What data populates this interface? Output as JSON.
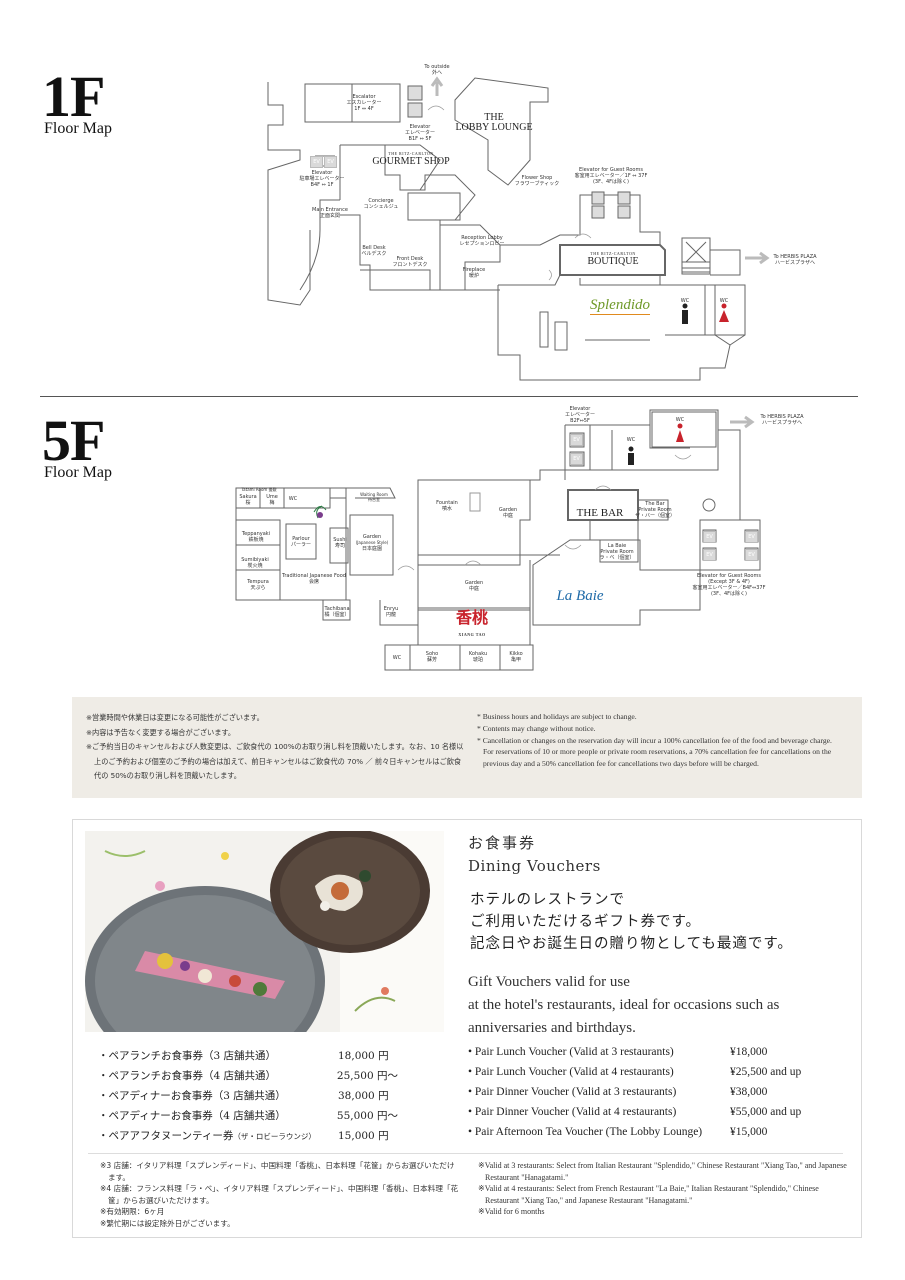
{
  "floor1": {
    "num": "1F",
    "sub": "Floor Map",
    "labels": {
      "to_outside": "To outside",
      "to_outside_jp": "外へ",
      "escalator": "Escalator",
      "escalator_jp": "エスカレーター",
      "escalator_floors": "1F ⇔ 4F",
      "elevator_b": "Elevator",
      "elevator_b_jp": "エレベーター",
      "elevator_b_floors": "B1F ⇔ 5F",
      "elevator_p": "Elevator",
      "elevator_p_jp": "駐車場エレベーター",
      "elevator_p_floors": "B4F ⇔ 1F",
      "concierge": "Concierge",
      "concierge_jp": "コンシェルジュ",
      "main_entrance": "Main Entrance",
      "main_entrance_jp": "正面玄関",
      "bell_desk": "Bell Desk",
      "bell_desk_jp": "ベルデスク",
      "front_desk": "Front Desk",
      "front_desk_jp": "フロントデスク",
      "flower_shop": "Flower Shop",
      "flower_shop_jp": "フラワーブティック",
      "reception_lobby": "Reception Lobby",
      "reception_lobby_jp": "レセプションロビー",
      "fireplace": "Fireplace",
      "fireplace_jp": "暖炉",
      "elevator_guest": "Elevator for Guest Rooms",
      "elevator_guest_jp": "客室用エレベーター／1F ⇔ 37F",
      "elevator_guest_note": "(3F、4Fは除く)",
      "to_herbis": "To HERBIS PLAZA",
      "to_herbis_jp": "ハービスプラザへ",
      "wc1": "WC",
      "wc2": "WC",
      "ev": "EV"
    },
    "venues": {
      "lobby_lounge_1": "THE",
      "lobby_lounge_2": "LOBBY LOUNGE",
      "gourmet_small": "THE RITZ-CARLTON",
      "gourmet": "GOURMET SHOP",
      "boutique_small": "THE RITZ-CARLTON",
      "boutique": "BOUTIQUE",
      "splendido": "Splendido"
    }
  },
  "floor5": {
    "num": "5F",
    "sub": "Floor Map",
    "labels": {
      "elevator": "Elevator",
      "elevator_jp": "エレベーター",
      "elevator_floors": "B2F⇔5F",
      "to_herbis": "To HERBIS PLAZA",
      "to_herbis_jp": "ハービスプラザへ",
      "wc_a": "WC",
      "wc_b": "WC",
      "wc_c": "WC",
      "wc_d": "WC",
      "tatami": "Tatami Room 畳敷",
      "sakura": "Sakura",
      "sakura_jp": "桜",
      "ume": "Ume",
      "ume_jp": "梅",
      "waiting": "Waiting Room",
      "waiting_jp": "待合室",
      "fountain": "Fountain",
      "fountain_jp": "噴水",
      "garden_a": "Garden",
      "garden_a_jp": "中庭",
      "the_bar_private": "The Bar",
      "the_bar_private2": "Private Room",
      "the_bar_private_jp": "ザ・バー（個室）",
      "teppanyaki": "Teppanyaki",
      "teppanyaki_jp": "鉄板焼",
      "parlour": "Parlour",
      "parlour_jp": "パーラー",
      "sushi": "Sushi",
      "sushi_jp": "寿司",
      "garden_jp_style": "Garden",
      "garden_jp_style2": "(Japanese Style)",
      "garden_jp_style_jp": "日本庭園",
      "sumibiyaki": "Sumibiyaki",
      "sumibiyaki_jp": "炭火焼",
      "tempura": "Tempura",
      "tempura_jp": "天ぷら",
      "traditional": "Traditional Japanese Food",
      "traditional_jp": "会席",
      "labaie_private": "La Baie",
      "labaie_private2": "Private Room",
      "labaie_private_jp": "ラ・ベ（個室）",
      "garden_b": "Garden",
      "garden_b_jp": "中庭",
      "tachibana": "Tachibana",
      "tachibana_jp": "橘（個室）",
      "enryu": "Enryu",
      "enryu_jp": "円龍",
      "soho": "Soho",
      "soho_jp": "蘇芳",
      "kohaku": "Kohaku",
      "kohaku_jp": "琥珀",
      "kikko": "Kikko",
      "kikko_jp": "亀甲",
      "elevator_guest": "Elevator for Guest Rooms",
      "elevator_guest2": "(Except 3F & 4F)",
      "elevator_guest_jp": "客室用エレベーター／B4F⇔37F",
      "elevator_guest_note": "(3F、4Fは除く)",
      "ev": "EV"
    },
    "venues": {
      "the_bar": "THE BAR",
      "la_baie": "La Baie",
      "xiang_tao": "香桃",
      "xiang_tao_small": "XIANG TAO"
    }
  },
  "notes": {
    "jp": [
      "※営業時間や休業日は変更になる可能性がございます。",
      "※内容は予告なく変更する場合がございます。",
      "※ご予約当日のキャンセルおよび人数変更は、ご飲食代の 100%のお取り消し料を頂戴いたします。なお、10 名様以上のご予約および個室のご予約の場合は加えて、前日キャンセルはご飲食代の 70% ／ 前々日キャンセルはご飲食代の 50%のお取り消し料を頂戴いたします。"
    ],
    "en": [
      "* Business hours and holidays are subject to change.",
      "* Contents may change without notice.",
      "* Cancellation or changes on the reservation day will incur a 100% cancellation fee of the food and beverage charge. For reservations of 10 or more people or private room reservations, a 70% cancellation fee for cancellations on the previous day and a 50% cancellation fee for cancellations two days before will be charged."
    ]
  },
  "vouchers": {
    "title_jp": "お食事券",
    "title_en": "Dining Vouchers",
    "desc_jp": [
      "ホテルのレストランで",
      "ご利用いただけるギフト券です。",
      "記念日やお誕生日の贈り物としても最適です。"
    ],
    "desc_en": [
      "Gift Vouchers valid for use",
      "at the hotel's restaurants, ideal for occasions such as",
      "anniversaries and birthdays."
    ],
    "items_jp": [
      {
        "name": "・ペアランチお食事券（3 店舗共通）",
        "price": "18,000 円"
      },
      {
        "name": "・ペアランチお食事券（4 店舗共通）",
        "price": "25,500 円〜"
      },
      {
        "name": "・ペアディナーお食事券（3 店舗共通）",
        "price": "38,000 円"
      },
      {
        "name": "・ペアディナーお食事券（4 店舗共通）",
        "price": "55,000 円〜"
      },
      {
        "name": "・ペアアフタヌーンティー券",
        "note": "（ザ・ロビーラウンジ）",
        "price": "15,000 円"
      }
    ],
    "items_en": [
      {
        "name": "• Pair Lunch Voucher (Valid at 3 restaurants)",
        "price": "¥18,000"
      },
      {
        "name": "• Pair Lunch Voucher (Valid at 4 restaurants)",
        "price": "¥25,500 and up"
      },
      {
        "name": "• Pair Dinner Voucher (Valid at 3 restaurants)",
        "price": "¥38,000"
      },
      {
        "name": "• Pair Dinner Voucher (Valid at 4 restaurants)",
        "price": "¥55,000 and up"
      },
      {
        "name": "• Pair Afternoon Tea Voucher (The Lobby Lounge)",
        "price": "¥15,000"
      }
    ],
    "footnotes_jp": [
      "※3 店舗：イタリア料理「スプレンディード」、中国料理「香桃」、日本料理「花筐」からお選びいただけます。",
      "※4 店舗：フランス料理「ラ・ベ」、イタリア料理「スプレンディード」、中国料理「香桃」、日本料理「花筐」からお選びいただけます。",
      "※有効期限：6ヶ月",
      "※繁忙期には設定除外日がございます。"
    ],
    "footnotes_en": [
      "※Valid at 3 restaurants: Select from Italian Restaurant \"Splendido,\" Chinese Restaurant \"Xiang Tao,\" and Japanese Restaurant \"Hanagatami.\"",
      "※Valid at 4 restaurants: Select from French Restaurant \"La Baie,\" Italian Restaurant \"Splendido,\" Chinese Restaurant \"Xiang Tao,\" and Japanese Restaurant \"Hanagatami.\"",
      "※Valid for 6 months"
    ]
  },
  "colors": {
    "wc_red": "#c8232c",
    "splendido_green": "#6f9a2a",
    "splendido_orange": "#e08a1e",
    "la_baie_blue": "#1e6aa8",
    "xiang_tao_red": "#c8232c",
    "notes_bg": "#efece6"
  }
}
